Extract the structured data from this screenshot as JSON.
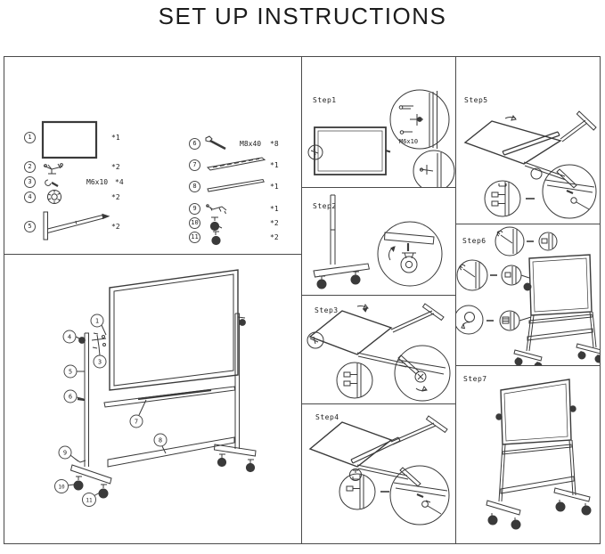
{
  "title": "SET UP INSTRUCTIONS",
  "parts_list": {
    "left": [
      {
        "num": "1",
        "spec": "",
        "qty": "*1"
      },
      {
        "num": "2",
        "spec": "",
        "qty": "*2"
      },
      {
        "num": "3",
        "spec": "M6x10",
        "qty": "*4"
      },
      {
        "num": "4",
        "spec": "",
        "qty": "*2"
      },
      {
        "num": "5",
        "spec": "",
        "qty": "*2"
      }
    ],
    "right": [
      {
        "num": "6",
        "spec": "M8x40",
        "qty": "*8"
      },
      {
        "num": "7",
        "spec": "",
        "qty": "*1"
      },
      {
        "num": "8",
        "spec": "",
        "qty": "*1"
      },
      {
        "num": "9",
        "spec": "",
        "qty": "*1"
      },
      {
        "num": "10",
        "spec": "",
        "qty": "*2"
      },
      {
        "num": "11",
        "spec": "",
        "qty": "*2"
      }
    ]
  },
  "assembly_callouts": [
    "1",
    "4",
    "3",
    "5",
    "6",
    "7",
    "8",
    "9",
    "10",
    "11"
  ],
  "steps": [
    {
      "label": "Step1",
      "annotation": "M6x10"
    },
    {
      "label": "Step2",
      "annotation": ""
    },
    {
      "label": "Step3",
      "annotation": ""
    },
    {
      "label": "Step4",
      "annotation": ""
    },
    {
      "label": "Step5",
      "annotation": ""
    },
    {
      "label": "Step6",
      "annotation": ""
    },
    {
      "label": "Step7",
      "annotation": ""
    }
  ],
  "colors": {
    "line": "#3a3a3a",
    "panel_border": "#4a4a4a",
    "background": "#ffffff",
    "text": "#222222"
  }
}
